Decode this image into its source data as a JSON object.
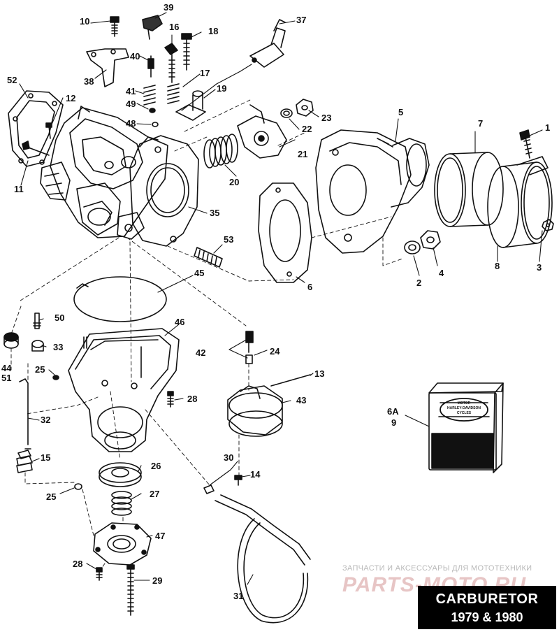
{
  "title": {
    "line1": "CARBURETOR",
    "line2": "1979 & 1980"
  },
  "watermark": {
    "text": "ЗАПЧАСТИ И АКСЕССУАРЫ ДЛЯ МОТОТЕХНИКИ",
    "logo": "PARTS-MOTO.RU"
  },
  "package_logo": {
    "line1": "MOTOR",
    "line2": "HARLEY-DAVIDSON",
    "line3": "CYCLES"
  },
  "callouts": {
    "c1": "1",
    "c2": "2",
    "c3": "3",
    "c4": "4",
    "c5": "5",
    "c6": "6",
    "c7": "7",
    "c8": "8",
    "c10": "10",
    "c11": "11",
    "c12": "12",
    "c13": "13",
    "c14": "14",
    "c15": "15",
    "c16": "16",
    "c17": "17",
    "c18": "18",
    "c19": "19",
    "c20": "20",
    "c21": "21",
    "c22": "22",
    "c23": "23",
    "c24": "24",
    "c25a": "25",
    "c25b": "25",
    "c26": "26",
    "c27": "27",
    "c28a": "28",
    "c28b": "28",
    "c29": "29",
    "c30": "30",
    "c31": "31",
    "c32": "32",
    "c33": "33",
    "c35": "35",
    "c37": "37",
    "c38": "38",
    "c39": "39",
    "c40": "40",
    "c41": "41",
    "c42": "42",
    "c43": "43",
    "c44": "44",
    "c45": "45",
    "c46": "46",
    "c47": "47",
    "c48": "48",
    "c49": "49",
    "c50": "50",
    "c51": "51",
    "c52": "52",
    "c53": "53",
    "c6a": "6A",
    "c9": "9"
  },
  "colors": {
    "ink": "#111111",
    "title_bg": "#000000",
    "title_fg": "#ffffff",
    "watermark_logo": "#e7c5c5"
  }
}
